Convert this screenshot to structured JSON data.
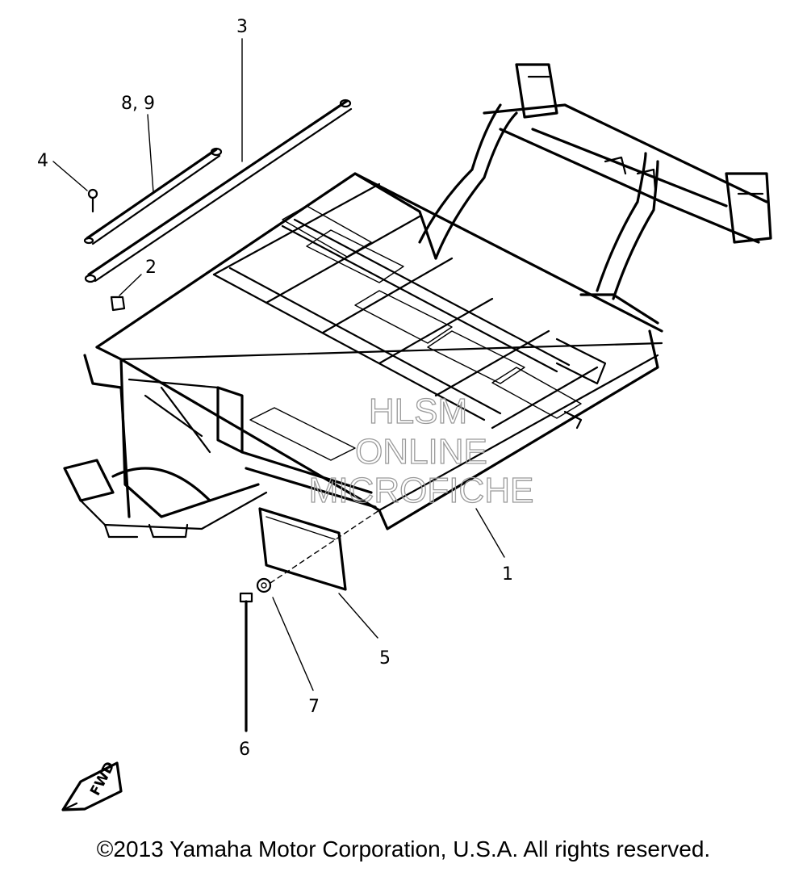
{
  "callouts": {
    "c1": "1",
    "c2": "2",
    "c3": "3",
    "c4": "4",
    "c5": "5",
    "c6": "6",
    "c7": "7",
    "c89": "8, 9"
  },
  "fwd_label": "FWD",
  "watermark": {
    "line1": "HLSM",
    "line2": "ONLINE",
    "line3": "MICROFICHE"
  },
  "copyright": "©2013 Yamaha Motor Corporation, U.S.A. All rights reserved."
}
